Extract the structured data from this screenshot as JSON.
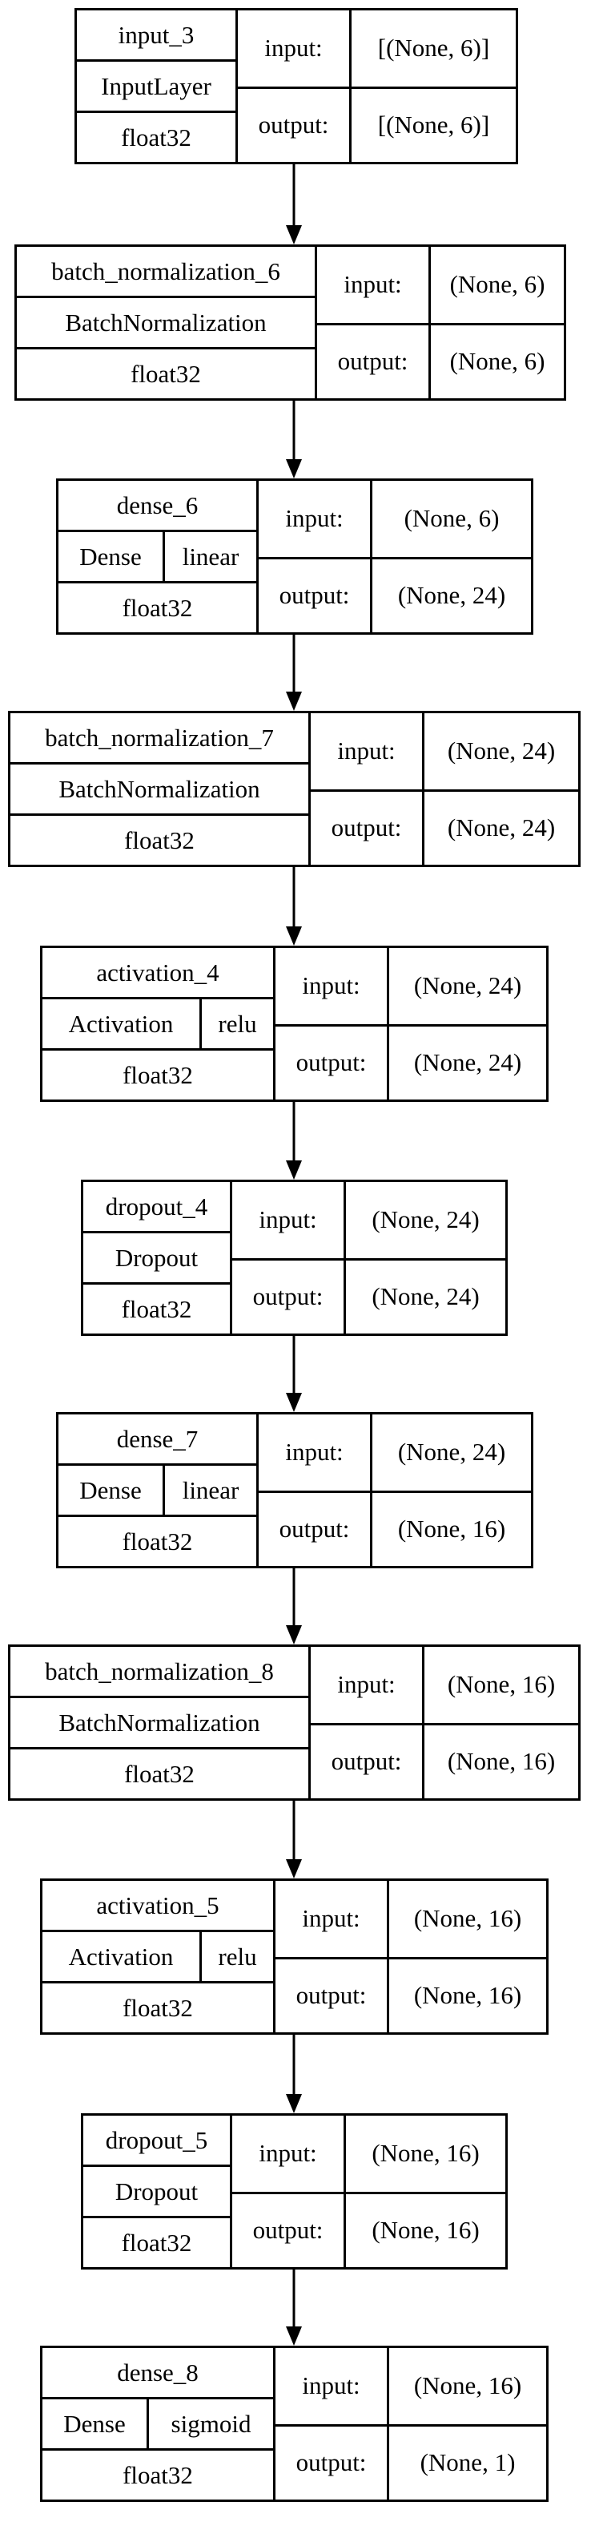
{
  "layers": [
    {
      "name": "input_3",
      "type": "InputLayer",
      "activation": "",
      "dtype": "float32",
      "input_label": "input:",
      "input_shape": "[(None, 6)]",
      "output_label": "output:",
      "output_shape": "[(None, 6)]"
    },
    {
      "name": "batch_normalization_6",
      "type": "BatchNormalization",
      "activation": "",
      "dtype": "float32",
      "input_label": "input:",
      "input_shape": "(None, 6)",
      "output_label": "output:",
      "output_shape": "(None, 6)"
    },
    {
      "name": "dense_6",
      "type": "Dense",
      "activation": "linear",
      "dtype": "float32",
      "input_label": "input:",
      "input_shape": "(None, 6)",
      "output_label": "output:",
      "output_shape": "(None, 24)"
    },
    {
      "name": "batch_normalization_7",
      "type": "BatchNormalization",
      "activation": "",
      "dtype": "float32",
      "input_label": "input:",
      "input_shape": "(None, 24)",
      "output_label": "output:",
      "output_shape": "(None, 24)"
    },
    {
      "name": "activation_4",
      "type": "Activation",
      "activation": "relu",
      "dtype": "float32",
      "input_label": "input:",
      "input_shape": "(None, 24)",
      "output_label": "output:",
      "output_shape": "(None, 24)"
    },
    {
      "name": "dropout_4",
      "type": "Dropout",
      "activation": "",
      "dtype": "float32",
      "input_label": "input:",
      "input_shape": "(None, 24)",
      "output_label": "output:",
      "output_shape": "(None, 24)"
    },
    {
      "name": "dense_7",
      "type": "Dense",
      "activation": "linear",
      "dtype": "float32",
      "input_label": "input:",
      "input_shape": "(None, 24)",
      "output_label": "output:",
      "output_shape": "(None, 16)"
    },
    {
      "name": "batch_normalization_8",
      "type": "BatchNormalization",
      "activation": "",
      "dtype": "float32",
      "input_label": "input:",
      "input_shape": "(None, 16)",
      "output_label": "output:",
      "output_shape": "(None, 16)"
    },
    {
      "name": "activation_5",
      "type": "Activation",
      "activation": "relu",
      "dtype": "float32",
      "input_label": "input:",
      "input_shape": "(None, 16)",
      "output_label": "output:",
      "output_shape": "(None, 16)"
    },
    {
      "name": "dropout_5",
      "type": "Dropout",
      "activation": "",
      "dtype": "float32",
      "input_label": "input:",
      "input_shape": "(None, 16)",
      "output_label": "output:",
      "output_shape": "(None, 16)"
    },
    {
      "name": "dense_8",
      "type": "Dense",
      "activation": "sigmoid",
      "dtype": "float32",
      "input_label": "input:",
      "input_shape": "(None, 16)",
      "output_label": "output:",
      "output_shape": "(None, 1)"
    }
  ]
}
